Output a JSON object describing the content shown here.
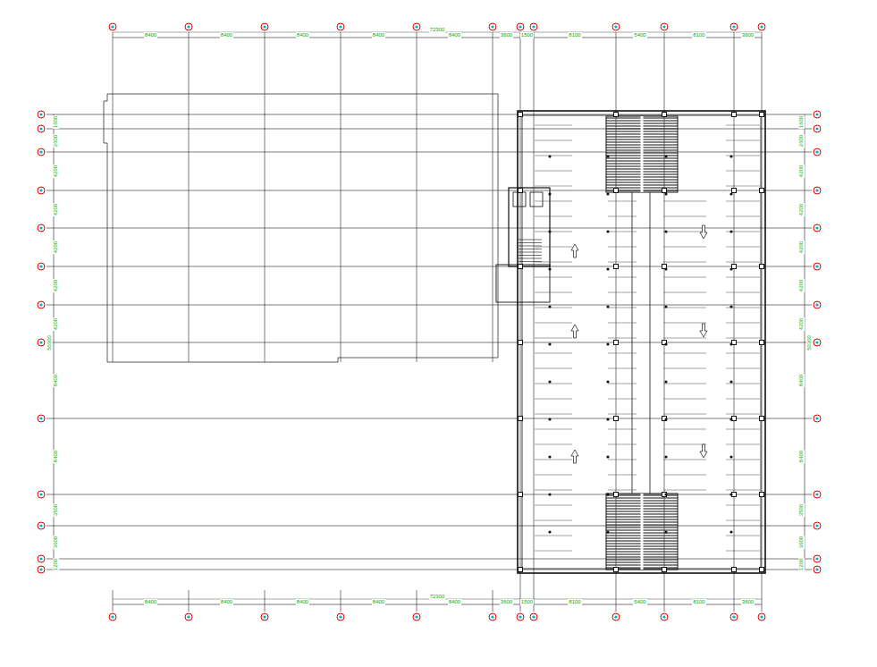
{
  "diagram": {
    "labels": [
      "8400",
      "8400",
      "8400",
      "8400",
      "8400",
      "3600",
      "1500",
      "8100",
      "5400",
      "8100",
      "3600",
      "72300",
      "8400",
      "8400",
      "8400",
      "8400",
      "8400",
      "3600",
      "1500",
      "8100",
      "5400",
      "8100",
      "3600",
      "72300",
      "1600",
      "2600",
      "4200",
      "4200",
      "4200",
      "4200",
      "4200",
      "8400",
      "8400",
      "3500",
      "3600",
      "1200",
      "50300",
      "1600",
      "2600",
      "4200",
      "4200",
      "4200",
      "4200",
      "4200",
      "8400",
      "8400",
      "3500",
      "3600",
      "1200",
      "50300"
    ]
  }
}
